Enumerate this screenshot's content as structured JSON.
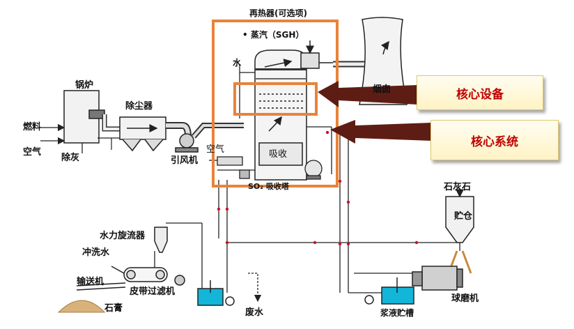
{
  "labels": {
    "boiler": "锅炉",
    "fuel": "燃料",
    "air_left": "空气",
    "ash_removal": "除灰",
    "dust_collector": "除尘器",
    "id_fan": "引风机",
    "reheater": "再热器(可选项)",
    "steam": "• 蒸汽（SGH）",
    "water": "水",
    "chimney": "烟囱",
    "air_mid": "空气",
    "absorb": "吸收",
    "absorber_tower": "SO₂ 吸收塔",
    "limestone": "石灰石",
    "silo": "贮仓",
    "ball_mill": "球磨机",
    "slurry_tank": "浆液贮槽",
    "hydrocyclone": "水力旋流器",
    "flush_water": "冲洗水",
    "conveyor": "输送机",
    "belt_filter": "皮带过滤机",
    "gypsum": "石膏",
    "waste_water": "废水"
  },
  "callouts": {
    "core_equipment": "核心设备",
    "core_system": "核心系统"
  },
  "colors": {
    "highlight_box": "#e8833a",
    "arrow": "#5e1d14",
    "callout_text": "#c00000",
    "water_tank": "#13b5d9",
    "pipe_red": "#c8102e"
  }
}
